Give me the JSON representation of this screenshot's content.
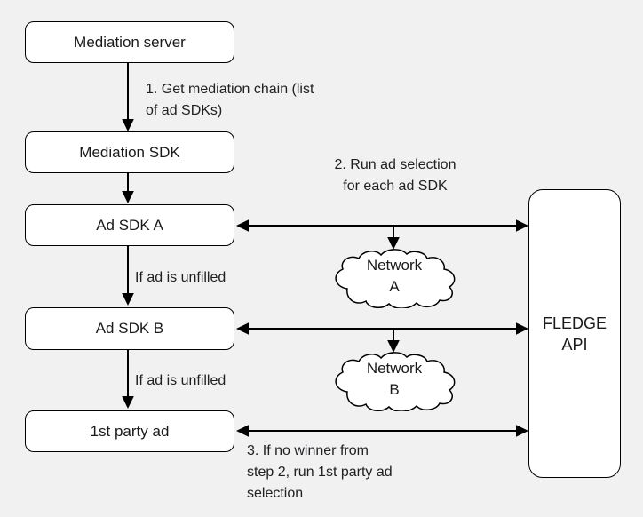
{
  "diagram": {
    "colors": {
      "background": "#f1f1f1",
      "node_fill": "#ffffff",
      "stroke": "#000000",
      "text": "#202124"
    },
    "nodes": {
      "mediation_server": {
        "label": "Mediation server"
      },
      "mediation_sdk": {
        "label": "Mediation SDK"
      },
      "ad_sdk_a": {
        "label": "Ad SDK A"
      },
      "ad_sdk_b": {
        "label": "Ad SDK B"
      },
      "first_party_ad": {
        "label": "1st party ad"
      },
      "fledge_api": {
        "line1": "FLEDGE",
        "line2": "API"
      }
    },
    "clouds": {
      "network_a": {
        "line1": "Network",
        "line2": "A"
      },
      "network_b": {
        "line1": "Network",
        "line2": "B"
      }
    },
    "annotations": {
      "step1": {
        "line1": "1. Get mediation chain (list",
        "line2": "of ad SDKs)"
      },
      "step2": {
        "line1": "2. Run ad selection",
        "line2": "for each ad SDK"
      },
      "unfilled_a": {
        "label": "If ad is unfilled"
      },
      "unfilled_b": {
        "label": "If ad is unfilled"
      },
      "step3": {
        "line1": "3. If no winner from",
        "line2": "step 2, run 1st party ad",
        "line3": "selection"
      }
    }
  }
}
